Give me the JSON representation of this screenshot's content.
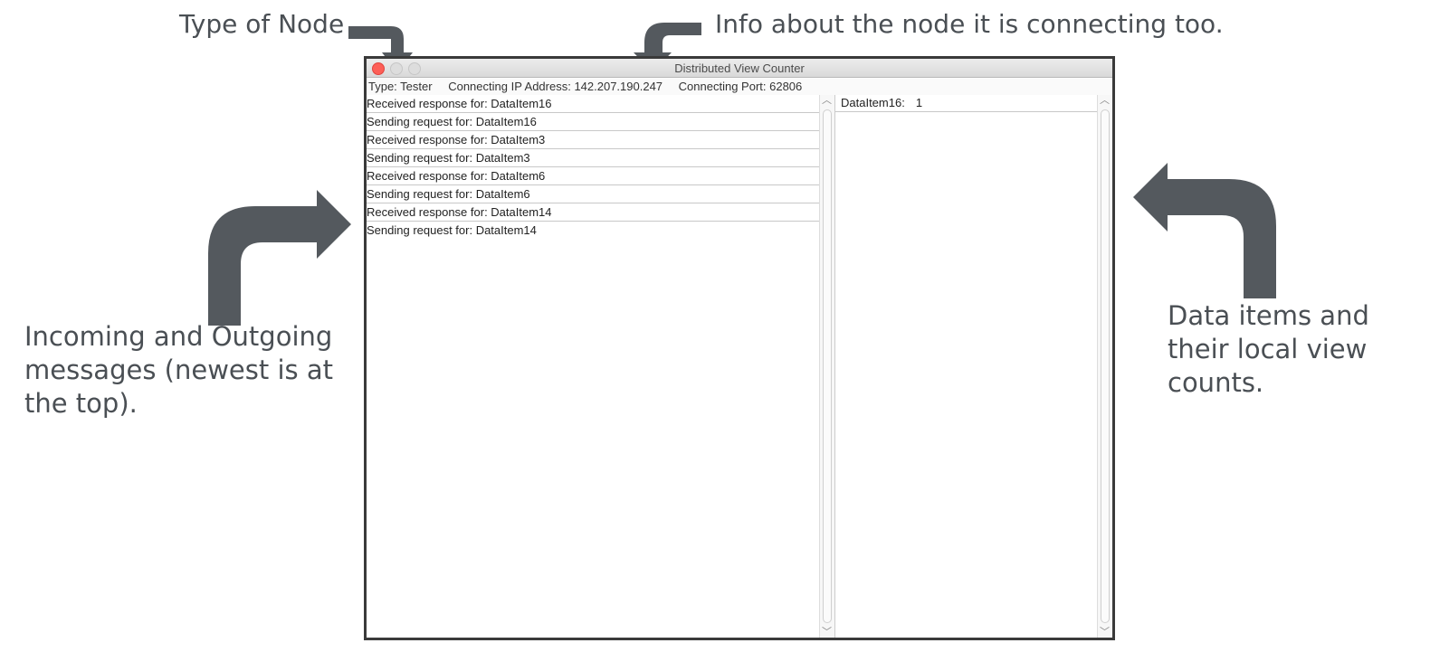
{
  "annotations": {
    "type_of_node": "Type of Node",
    "info_about_node": "Info about the node it is connecting too.",
    "messages_note": "Incoming and Outgoing messages (newest is at the top).",
    "data_items_note": "Data items and their local view counts."
  },
  "window": {
    "title": "Distributed View Counter",
    "info": {
      "type": "Type: Tester",
      "ip": "Connecting IP Address: 142.207.190.247",
      "port": "Connecting Port: 62806"
    }
  },
  "messages": [
    "Received response for: DataItem16",
    "Sending request for: DataItem16",
    "Received response for: DataItem3",
    "Sending request for: DataItem3",
    "Received response for: DataItem6",
    "Sending request for: DataItem6",
    "Received response for: DataItem14",
    "Sending request for: DataItem14"
  ],
  "data_items": [
    {
      "name": "DataItem16:",
      "count": "1"
    }
  ],
  "colors": {
    "arrow": "#54595e",
    "close_button": "#fd5f57"
  }
}
